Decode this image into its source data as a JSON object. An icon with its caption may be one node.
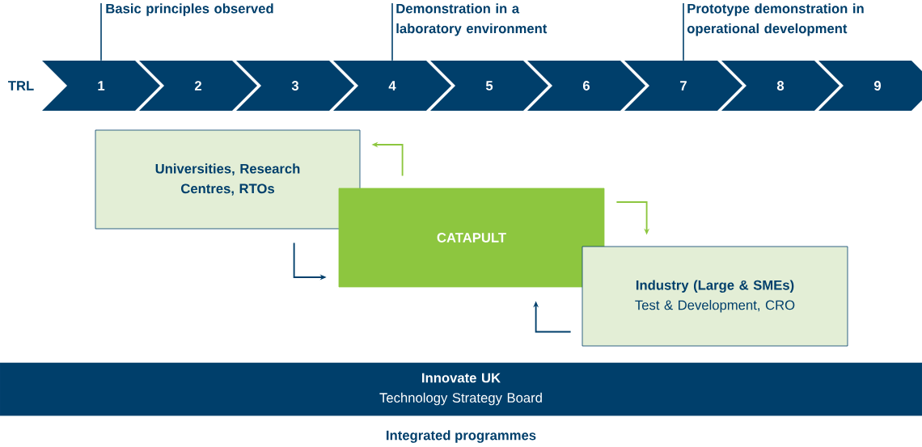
{
  "diagram": {
    "nodes": [
      {
        "text": [
          "Basic principles observed"
        ]
      },
      {
        "text": [
          "Demonstration in a laboratory environment"
        ]
      },
      {
        "text": [
          "Prototype demonstration in operational development"
        ]
      },
      {
        "text": [
          "1"
        ]
      },
      {
        "text": [
          "2"
        ]
      },
      {
        "text": [
          "3"
        ]
      },
      {
        "text": [
          "4"
        ]
      },
      {
        "text": [
          "5"
        ]
      },
      {
        "text": [
          "6"
        ]
      },
      {
        "text": [
          "7"
        ]
      },
      {
        "text": [
          "8"
        ]
      },
      {
        "text": [
          "9"
        ]
      },
      {
        "text": [
          "Universities, Research Centres, RTOs"
        ]
      },
      {
        "text": [
          "CATAPULT"
        ]
      },
      {
        "text": [
          "Industry (Large & SMEs)",
          "Test & Development, CRO"
        ]
      },
      {
        "text": [
          "Innovate UK",
          "Technology Strategy Board"
        ]
      }
    ],
    "edges": [
      {
        "from": 0,
        "to": 3,
        "arrow": "none"
      },
      {
        "from": 1,
        "to": 6,
        "arrow": "none"
      },
      {
        "from": 2,
        "to": 9,
        "arrow": "none"
      },
      {
        "from": 13,
        "to": 12,
        "arrow": "to",
        "color": "#8dc63f"
      },
      {
        "from": 13,
        "to": 14,
        "arrow": "to",
        "color": "#8dc63f"
      },
      {
        "from": 12,
        "to": 13,
        "arrow": "to"
      },
      {
        "from": 14,
        "to": 13,
        "arrow": "to"
      }
    ],
    "labels": [
      "TRL",
      "Integrated programmes"
    ]
  }
}
